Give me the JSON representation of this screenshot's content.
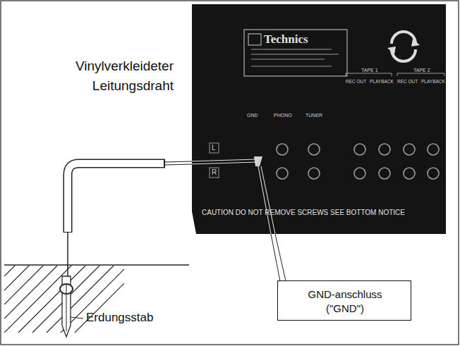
{
  "diagram": {
    "nodes": [
      {
        "text": [
          "GND-anschluss (\"GND\")"
        ]
      }
    ],
    "labels": [
      "Vinylverkleideter Leitungsdraht",
      "Erdungsstab",
      "Technics",
      "CAUTION DO NOT REMOVE SCREWS SEE BOTTOM NOTICE",
      "GND",
      "PHONO",
      "TUNER",
      "TAPE 1",
      "TAPE 2",
      "REC OUT",
      "PLAYBACK",
      "REC OUT",
      "PLAYBACK",
      "L",
      "R"
    ]
  }
}
